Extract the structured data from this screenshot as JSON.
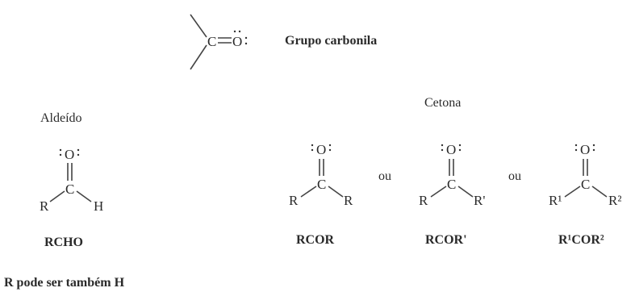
{
  "carbonyl": {
    "atom_c": "C",
    "atom_o": "O",
    "title": "Grupo carbonila"
  },
  "aldehyde": {
    "heading": "Aldeído",
    "atom_o": "O",
    "atom_c": "C",
    "atom_r": "R",
    "atom_h": "H",
    "formula": "RCHO",
    "note": "R pode ser também H"
  },
  "ketone": {
    "heading": "Cetona",
    "connector_1": "ou",
    "connector_2": "ou",
    "structures": [
      {
        "atom_o": "O",
        "atom_c": "C",
        "left": "R",
        "right": "R",
        "formula": "RCOR"
      },
      {
        "atom_o": "O",
        "atom_c": "C",
        "left": "R",
        "right": "R'",
        "formula": "RCOR'"
      },
      {
        "atom_o": "O",
        "atom_c": "C",
        "left": "R¹",
        "right": "R²",
        "formula": "R¹COR²"
      }
    ]
  }
}
